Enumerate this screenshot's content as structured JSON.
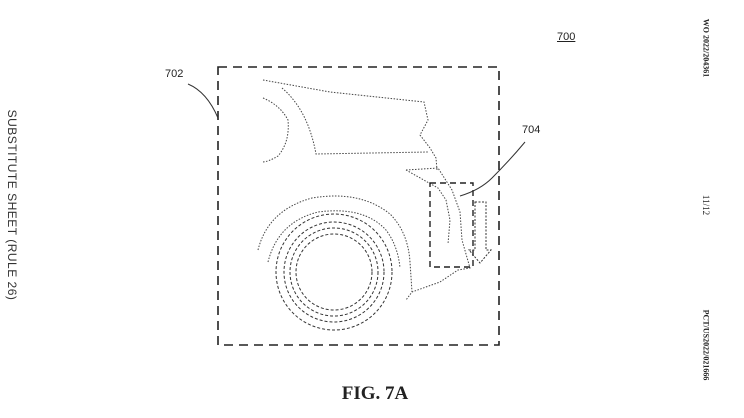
{
  "figure": {
    "number_label": "700",
    "caption": "FIG. 7A"
  },
  "references": {
    "frame": "702",
    "indicator": "704"
  },
  "margins": {
    "left": "SUBSTITUTE SHEET (RULE 26)",
    "publication": "WO 2022/204361",
    "sheet": "11/12",
    "application": "PCT/US2022/021666"
  }
}
